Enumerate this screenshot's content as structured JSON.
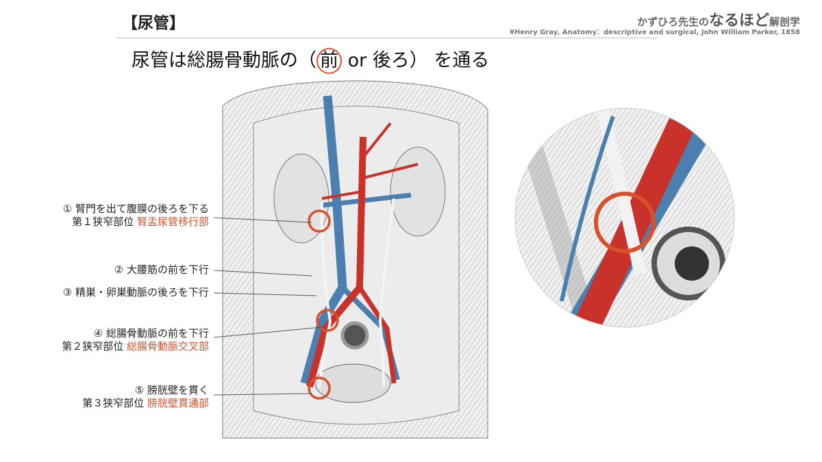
{
  "header": {
    "section_title": "【尿管】",
    "brand_prefix": "かずひろ先生の",
    "brand_main": "なるほど",
    "brand_suffix": "解剖学",
    "credit": "¥Henry Gray, Anatomy：descriptive and surgical, John William Parker, 1858"
  },
  "headline": {
    "before": "尿管は総腸骨動脈の（",
    "circled": "前",
    "middle": " or 後ろ）",
    "after": " を通る"
  },
  "labels": [
    {
      "text": "① 腎門を出て腹膜の後ろを下る",
      "sub_prefix": "第１狭窄部位 ",
      "sub_highlight": "腎盂尿管移行部"
    },
    {
      "text": "② 大腰筋の前を下行"
    },
    {
      "text": "③ 精巣・卵巣動脈の後ろを下行"
    },
    {
      "text": "④ 総腸骨動脈の前を下行",
      "sub_prefix": "第２狭窄部位 ",
      "sub_highlight": "総腸骨動脈交叉部"
    },
    {
      "text": "⑤ 膀胱壁を貫く",
      "sub_prefix": "第３狭窄部位 ",
      "sub_highlight": "膀胱壁貫通部"
    }
  ],
  "colors": {
    "accent": "#d9502b",
    "artery": "#c8322a",
    "vein": "#4a7fb0"
  }
}
